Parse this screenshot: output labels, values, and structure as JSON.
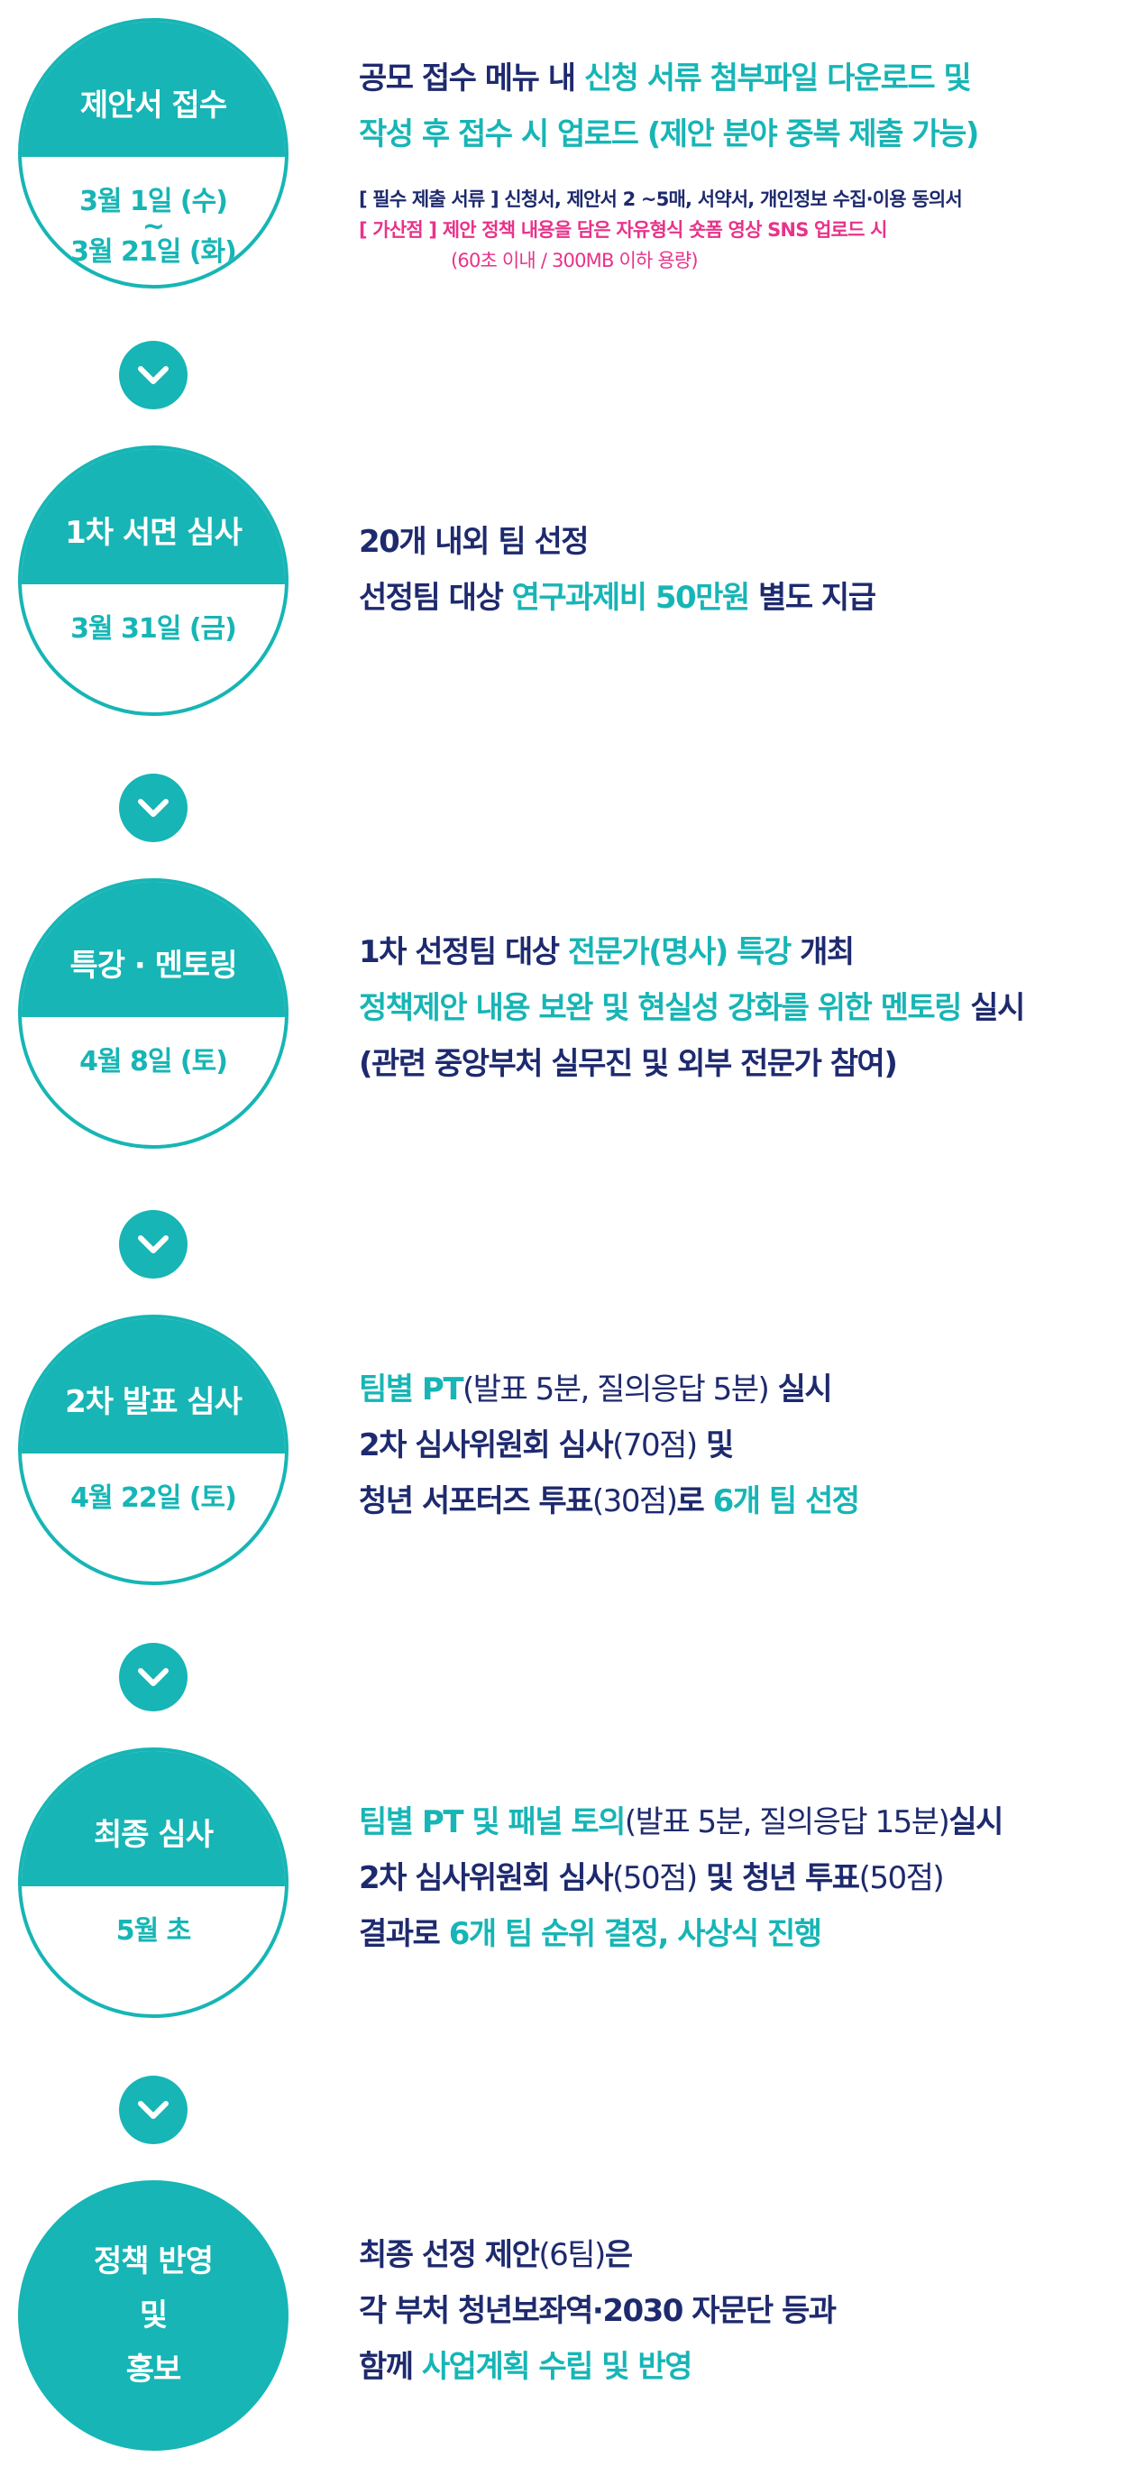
{
  "steps": [
    {
      "title": "제안서 접수",
      "dates": [
        "3월 1일 (수)",
        "~",
        "3월 21일 (화)"
      ],
      "lines": [
        [
          {
            "t": "공모 접수 메뉴 내 ",
            "c": "d"
          },
          {
            "t": "신청 서류 첨부파일 다운로드 및",
            "c": "t"
          }
        ],
        [
          {
            "t": "작성 후 접수 시 업로드 (제안 분야 중복 제출 가능)",
            "c": "t"
          }
        ]
      ],
      "notes": {
        "required": "[ 필수 제출 서류 ] 신청서, 제안서 2 ~5매, 서약서, 개인정보 수집·이용 동의서",
        "bonus": "[  가산점  ] 제안 정책 내용을 담은 자유형식 숏폼 영상 SNS 업로드 시",
        "bonus_detail": "(60초 이내 / 300MB 이하 용량)"
      }
    },
    {
      "title": "1차 서면 심사",
      "dates": [
        "3월 31일 (금)"
      ],
      "lines": [
        [
          {
            "t": "20개 내외 팀 선정",
            "c": "d"
          }
        ],
        [
          {
            "t": "선정팀 대상 ",
            "c": "d"
          },
          {
            "t": "연구과제비 50만원",
            "c": "t"
          },
          {
            "t": " 별도 지급",
            "c": "d"
          }
        ]
      ]
    },
    {
      "title": "특강 · 멘토링",
      "dates": [
        "4월 8일 (토)"
      ],
      "lines": [
        [
          {
            "t": "1차 선정팀 대상 ",
            "c": "d"
          },
          {
            "t": "전문가(명사) 특강",
            "c": "t"
          },
          {
            "t": " 개최",
            "c": "d"
          }
        ],
        [
          {
            "t": "정책제안 내용 보완 및 현실성 강화를 위한 멘토링",
            "c": "t"
          },
          {
            "t": " 실시",
            "c": "d"
          }
        ],
        [
          {
            "t": "(관련 중앙부처 실무진 및 외부 전문가 참여)",
            "c": "d"
          }
        ]
      ]
    },
    {
      "title": "2차 발표 심사",
      "dates": [
        "4월 22일 (토)"
      ],
      "lines": [
        [
          {
            "t": "팀별 PT",
            "c": "t"
          },
          {
            "t": "(발표 5분, 질의응답 5분)",
            "c": "n"
          },
          {
            "t": " 실시",
            "c": "d"
          }
        ],
        [
          {
            "t": "2차 심사위원회 심사",
            "c": "d"
          },
          {
            "t": "(70점)",
            "c": "n"
          },
          {
            "t": " 및",
            "c": "d"
          }
        ],
        [
          {
            "t": "청년 서포터즈 투표",
            "c": "d"
          },
          {
            "t": "(30점)",
            "c": "n"
          },
          {
            "t": "로 ",
            "c": "d"
          },
          {
            "t": "6개 팀 선정",
            "c": "t"
          }
        ]
      ]
    },
    {
      "title": "최종 심사",
      "dates": [
        "5월 초"
      ],
      "lines": [
        [
          {
            "t": "팀별 PT 및 패널 토의",
            "c": "t"
          },
          {
            "t": "(발표 5분, 질의응답 15분)",
            "c": "n"
          },
          {
            "t": "실시",
            "c": "d"
          }
        ],
        [
          {
            "t": "2차 심사위원회 심사",
            "c": "d"
          },
          {
            "t": "(50점)",
            "c": "n"
          },
          {
            "t": " 및 청년 투표",
            "c": "d"
          },
          {
            "t": "(50점)",
            "c": "n"
          }
        ],
        [
          {
            "t": "결과로 ",
            "c": "d"
          },
          {
            "t": "6개 팀 순위 결정, 사상식 진행",
            "c": "t"
          }
        ]
      ]
    },
    {
      "title_lines": [
        "정책 반영",
        "및",
        "홍보"
      ],
      "lines": [
        [
          {
            "t": "최종 선정 제안",
            "c": "d"
          },
          {
            "t": "(6팀)",
            "c": "n"
          },
          {
            "t": "은",
            "c": "d"
          }
        ],
        [
          {
            "t": "각 부처 청년보좌역·2030 자문단 등과",
            "c": "d"
          }
        ],
        [
          {
            "t": "함께 ",
            "c": "d"
          },
          {
            "t": "사업계획 수립 및 반영",
            "c": "t"
          }
        ]
      ]
    }
  ],
  "icons": {
    "arrow": "chevron-down-icon"
  },
  "colors": {
    "teal": "#17b5b5",
    "navy": "#1e2a6e",
    "pink": "#e8338a"
  }
}
